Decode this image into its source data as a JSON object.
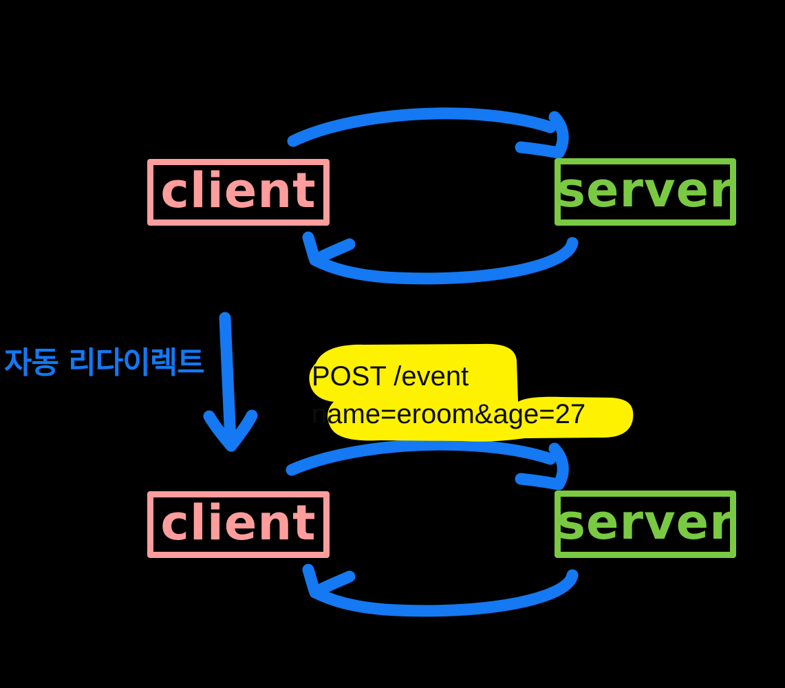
{
  "diagram": {
    "title": "client-server request/response with automatic redirect",
    "background": "#000000",
    "colors": {
      "client": "#ff9d9d",
      "server": "#7ac943",
      "arrow": "#1479f2",
      "annotation": "#1479f2",
      "highlight": "#fff200",
      "highlight_text": "#0d0d0d"
    }
  },
  "nodes": {
    "client_top": {
      "label": "client"
    },
    "server_top": {
      "label": "server"
    },
    "client_bottom": {
      "label": "client"
    },
    "server_bottom": {
      "label": "server"
    }
  },
  "annotations": {
    "redirect_note": "자동 리다이렉트",
    "request_note": {
      "line1": "POST /event",
      "line2": "name=eroom&age=27"
    }
  },
  "arrows": [
    {
      "name": "top-request-arrow",
      "from": "client_top",
      "to": "server_top",
      "direction": "right"
    },
    {
      "name": "top-response-arrow",
      "from": "server_top",
      "to": "client_top",
      "direction": "left"
    },
    {
      "name": "redirect-arrow",
      "from": "client_top",
      "to": "client_bottom",
      "direction": "down"
    },
    {
      "name": "bottom-request-arrow",
      "from": "client_bottom",
      "to": "server_bottom",
      "direction": "right"
    },
    {
      "name": "bottom-response-arrow",
      "from": "server_bottom",
      "to": "client_bottom",
      "direction": "left"
    }
  ]
}
